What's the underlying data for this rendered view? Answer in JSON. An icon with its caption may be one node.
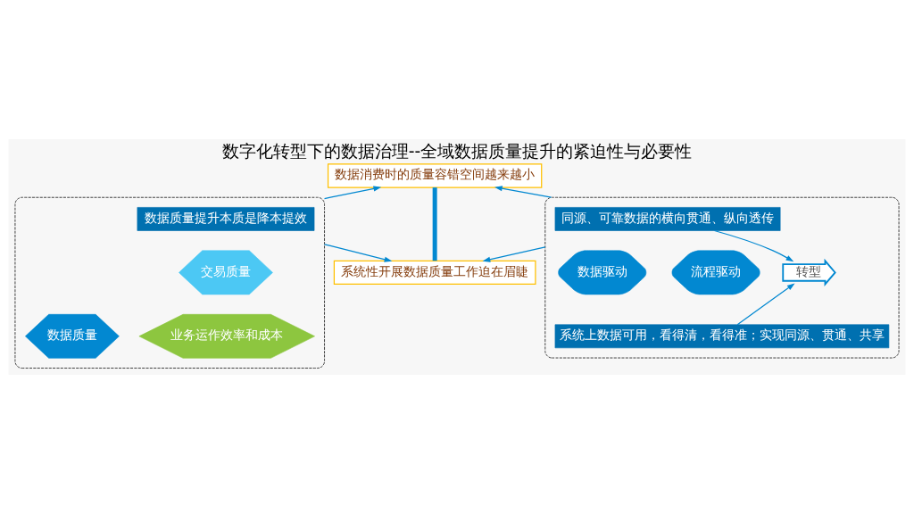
{
  "diagram": {
    "title": "数字化转型下的数据治理--全域数据质量提升的紧迫性与必要性",
    "nodes": [
      {
        "text": [
          "数据消费时的质量容错空间越来越小"
        ]
      },
      {
        "text": [],
        "shape": "box"
      },
      {
        "text": [
          "数据质量提升本质是降本提效"
        ],
        "in": 1
      },
      {
        "text": [
          "交易质量"
        ],
        "in": 1
      },
      {
        "text": [
          "数据质量"
        ],
        "in": 1
      },
      {
        "text": [
          "业务运作效率和成本"
        ],
        "in": 1
      },
      {
        "text": [],
        "shape": "box"
      },
      {
        "text": [
          "同源、可靠数据的横向贯通、纵向透传"
        ],
        "in": 6
      },
      {
        "text": [
          "流程驱动"
        ],
        "in": 6
      },
      {
        "text": [
          "转型"
        ],
        "in": 6
      },
      {
        "text": [
          "数据驱动"
        ],
        "in": 6
      },
      {
        "text": [
          "系统上数据可用，看得清，看得准；实现同源、贯通、共享"
        ],
        "in": 6
      },
      {
        "text": [
          "系统性开展数据质量工作迫在眉睫"
        ]
      }
    ],
    "edges": [
      {
        "from": 1,
        "to": 0,
        "arrow": "to"
      },
      {
        "from": 6,
        "to": 0,
        "arrow": "to"
      },
      {
        "from": 0,
        "to": 12,
        "arrow": "none",
        "style": "thick"
      },
      {
        "from": 7,
        "to": 9,
        "arrow": "to"
      },
      {
        "from": 11,
        "to": 9,
        "arrow": "to"
      },
      {
        "from": 1,
        "to": 12,
        "arrow": "to"
      },
      {
        "from": 6,
        "to": 12,
        "arrow": "to"
      }
    ]
  }
}
